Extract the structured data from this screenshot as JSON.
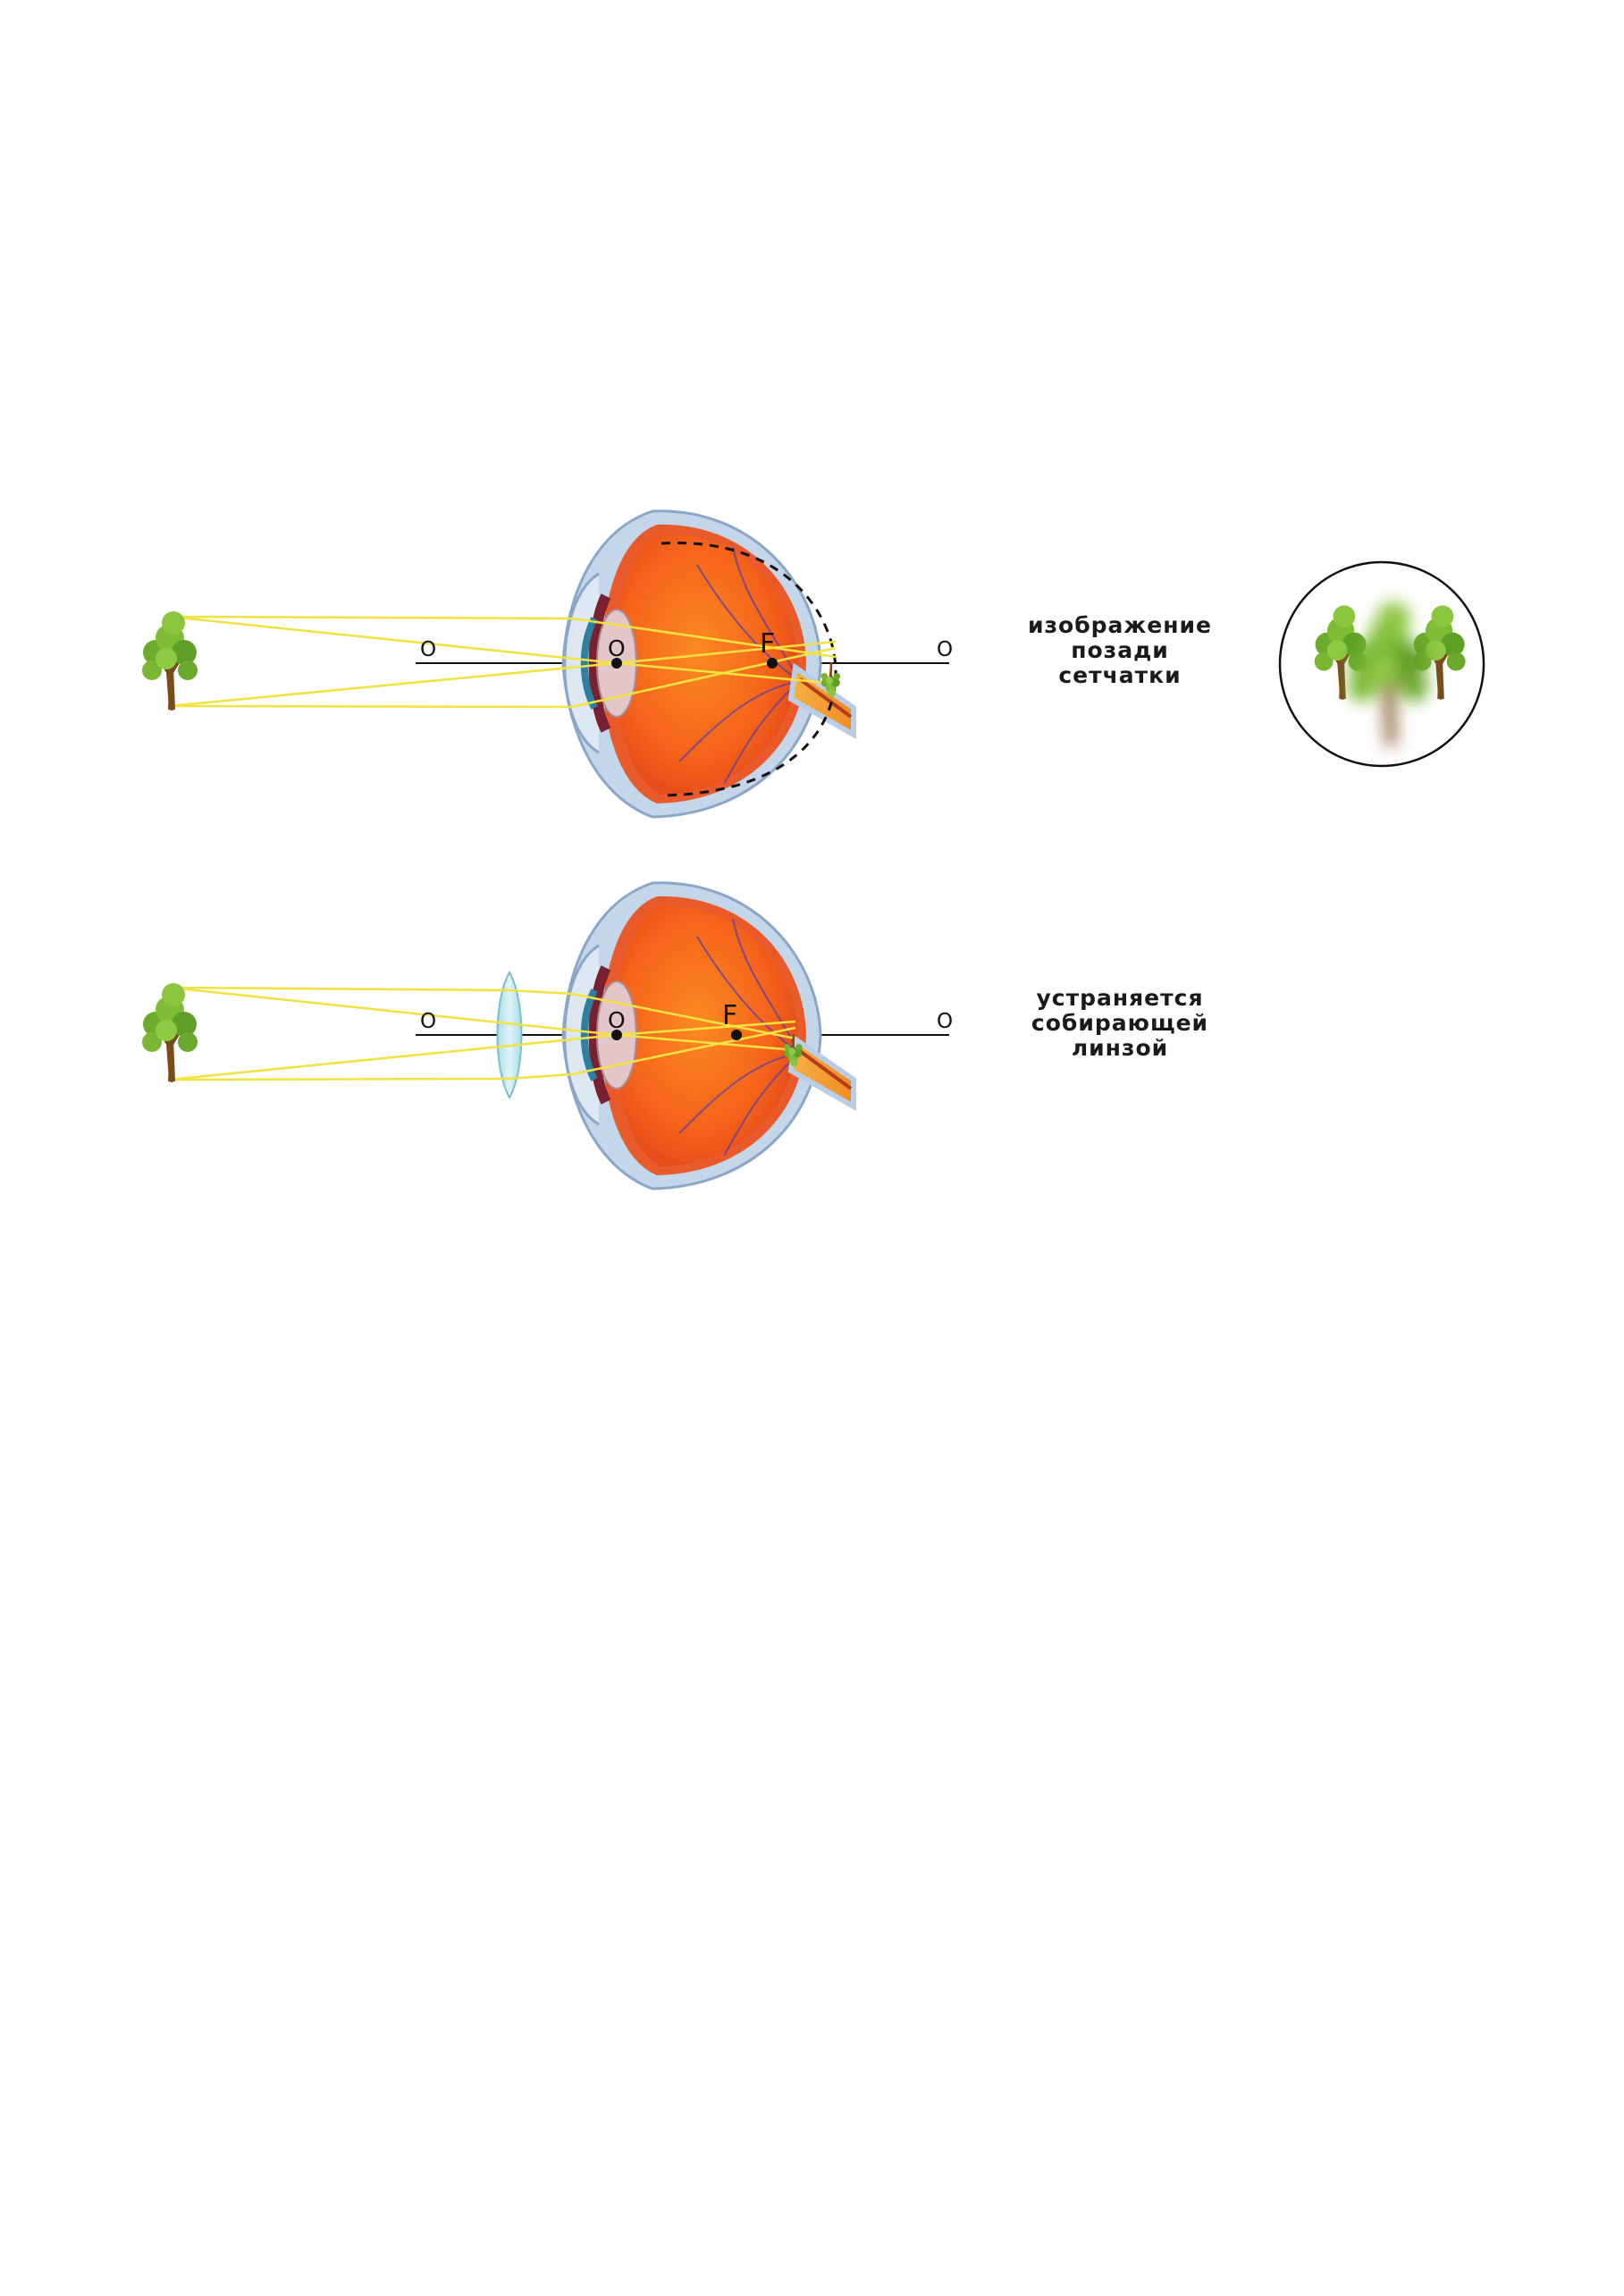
{
  "diagrams": [
    {
      "id": "hyperopia",
      "axis_labels": {
        "left": "O",
        "center": "O",
        "right": "O",
        "focus": "F"
      },
      "caption": [
        "изображение",
        "позади",
        "сетчатки"
      ]
    },
    {
      "id": "corrected",
      "axis_labels": {
        "left": "O",
        "center": "O",
        "right": "O",
        "focus": "F"
      },
      "caption": [
        "устраняется",
        "собирающей",
        "линзой"
      ]
    }
  ],
  "colors": {
    "ray": "#f2e340",
    "eye_orange": "#f4721c",
    "sclera_blue": "#b9cde6",
    "optic_nerve": "#f29a2e",
    "lens_pink": "#e3c6c8",
    "corrective_lens": "#bfe6ee"
  },
  "icons": [
    "tree-icon",
    "eye-cross-section",
    "blurred-tree-view",
    "converging-lens"
  ]
}
